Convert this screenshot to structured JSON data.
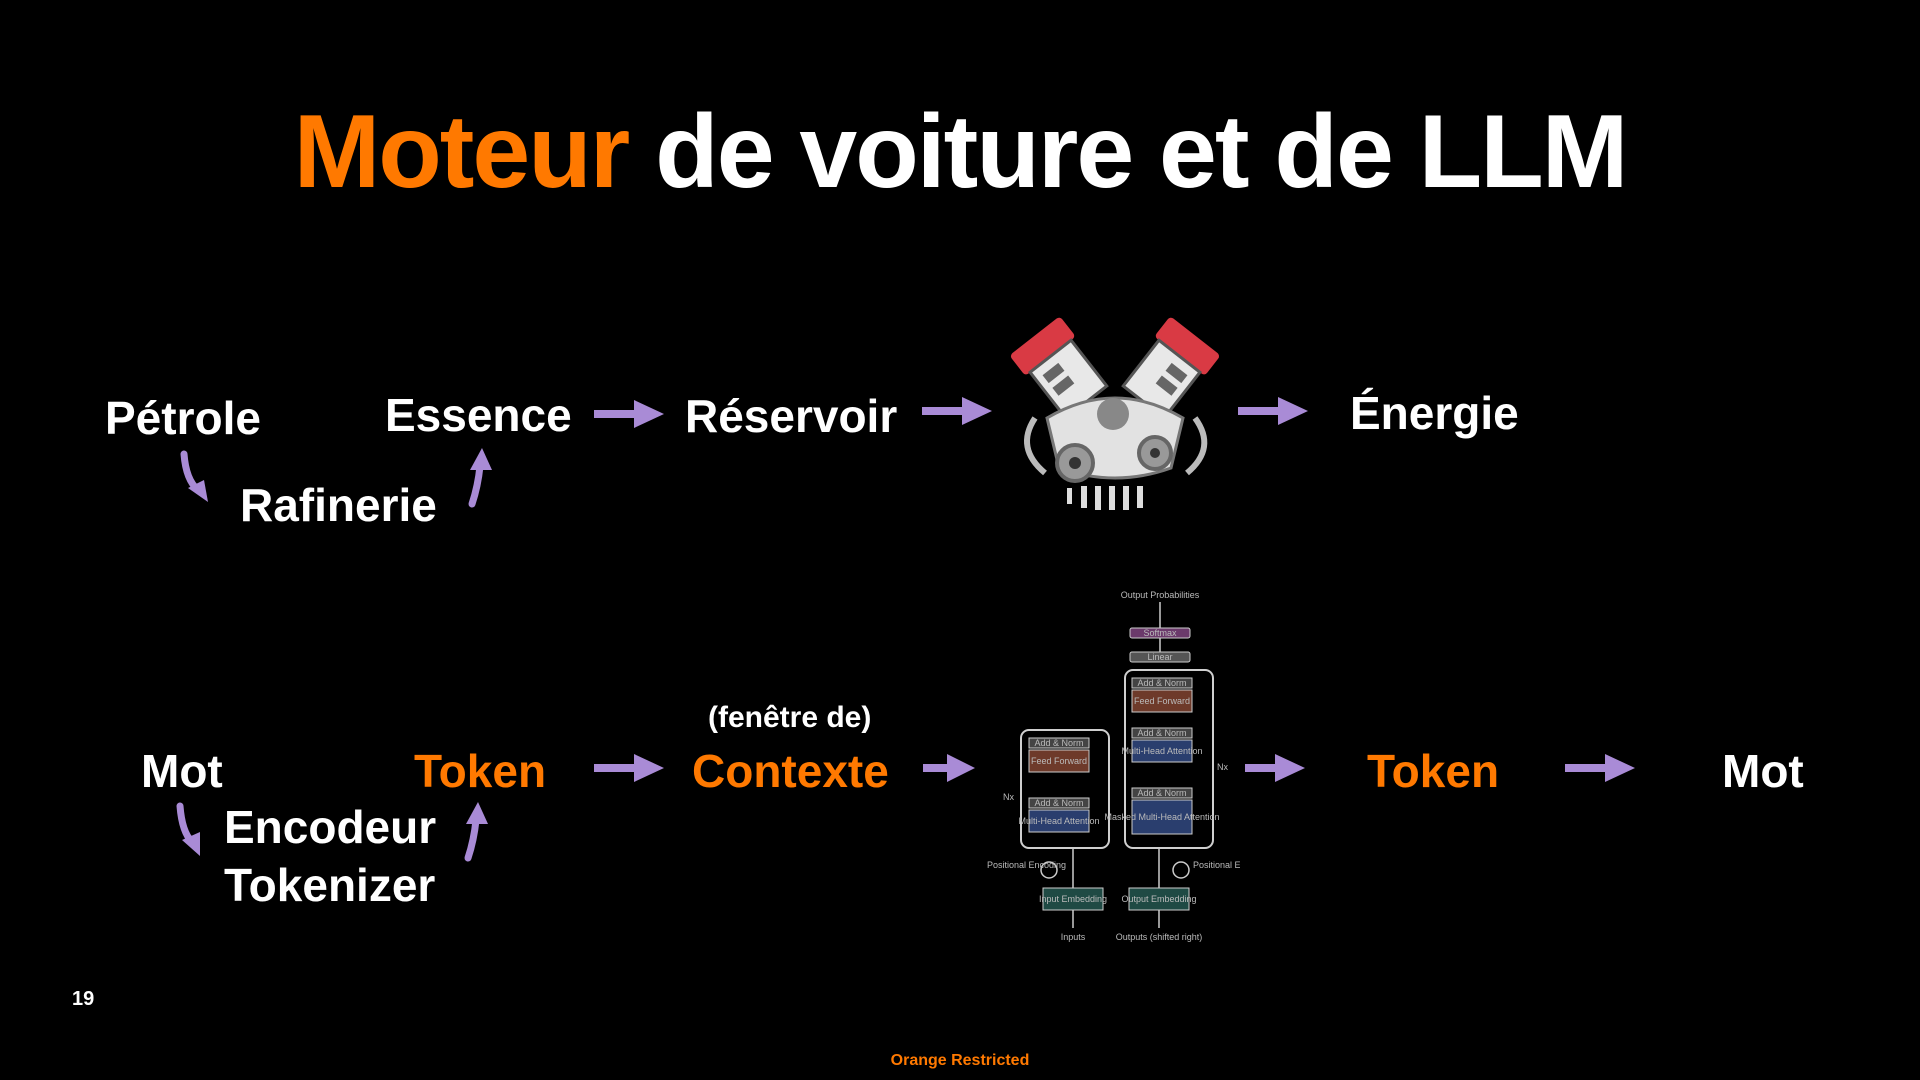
{
  "slide": {
    "title_highlight": "Moteur",
    "title_rest": " de voiture et de LLM",
    "page_number": "19",
    "footer": "Orange Restricted"
  },
  "car_row": {
    "petrole": "Pétrole",
    "rafinerie": "Rafinerie",
    "essence": "Essence",
    "reservoir": "Réservoir",
    "energie": "Énergie"
  },
  "llm_row": {
    "mot_in": "Mot",
    "encodeur": "Encodeur",
    "tokenizer": "Tokenizer",
    "token_in": "Token",
    "fenetre": "(fenêtre de)",
    "contexte": "Contexte",
    "token_out": "Token",
    "mot_out": "Mot"
  },
  "transformer_labels": {
    "output_probabilities": "Output Probabilities",
    "softmax": "Softmax",
    "linear": "Linear",
    "add_norm": "Add & Norm",
    "feed_forward": "Feed Forward",
    "multi_head_attention": "Multi-Head Attention",
    "masked_multi_head_attention": "Masked Multi-Head Attention",
    "positional_encoding": "Positional Encoding",
    "input_embedding": "Input Embedding",
    "output_embedding": "Output Embedding",
    "inputs": "Inputs",
    "outputs": "Outputs (shifted right)",
    "nx": "Nx"
  },
  "colors": {
    "accent": "#ff7900",
    "arrow": "#a98bd6",
    "background": "#000000",
    "text": "#ffffff",
    "engine_red": "#d93a44"
  },
  "icons": {
    "engine": "engine-icon",
    "transformer": "transformer-diagram",
    "arrow": "arrow-right-icon"
  }
}
